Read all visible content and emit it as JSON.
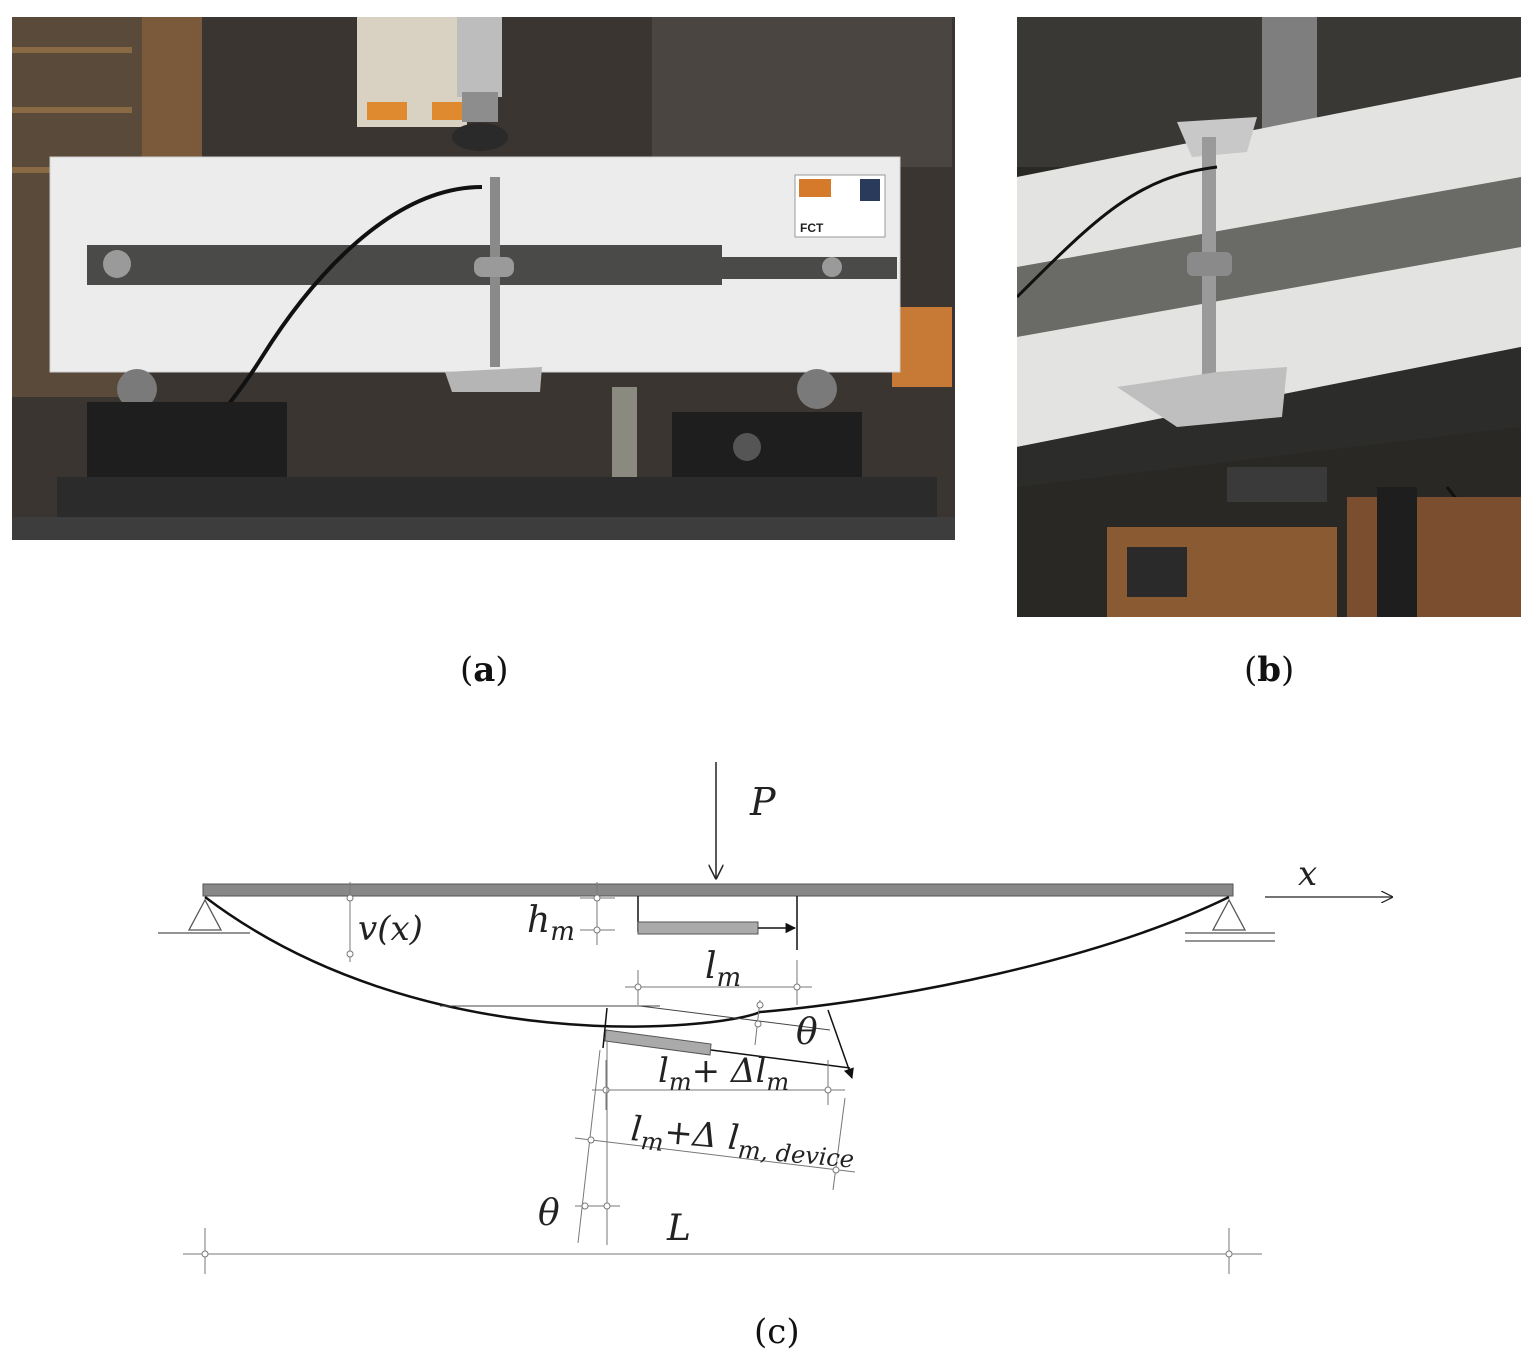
{
  "captions": {
    "a": "a",
    "b": "b",
    "c": "c"
  },
  "photo_a": {
    "label_tag": "FCT"
  },
  "diagram": {
    "load": "P",
    "axis": "x",
    "deflection": "v(x)",
    "h_m": "h",
    "h_m_sub": "m",
    "l_m": "l",
    "l_m_sub": "m",
    "theta": "θ",
    "theta2": "θ",
    "lm_plus_dlm": {
      "a": "l",
      "a_sub": "m",
      "b": "+ Δl",
      "b_sub": "m"
    },
    "lm_plus_dlm_device": {
      "a": "l",
      "a_sub": "m",
      "b": "+Δ l",
      "b_sub": "m, device"
    },
    "span": "L"
  }
}
